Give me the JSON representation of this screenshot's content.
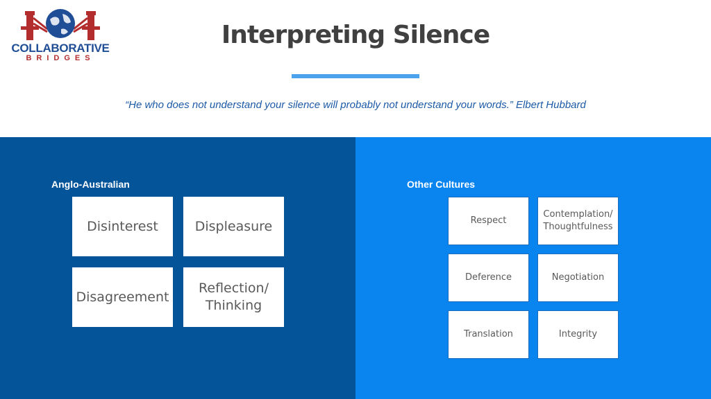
{
  "logo": {
    "name": "COLLABORATIVE",
    "sub": "BRIDGES",
    "colors": {
      "blue": "#1f4e96",
      "red": "#b32d2e"
    }
  },
  "header": {
    "title": "Interpreting Silence",
    "accent_color": "#4aa3ec",
    "quote": "“He who does not understand your silence will probably not understand your words.” Elbert Hubbard"
  },
  "left_panel": {
    "label": "Anglo-Australian",
    "background": "#04549a",
    "items": [
      "Disinterest",
      "Displeasure",
      "Disagreement",
      "Reflection/\nThinking"
    ]
  },
  "right_panel": {
    "label": "Other Cultures",
    "background": "#0a85f0",
    "items": [
      "Respect",
      "Contemplation/\nThoughtfulness",
      "Deference",
      "Negotiation",
      "Translation",
      "Integrity"
    ]
  }
}
